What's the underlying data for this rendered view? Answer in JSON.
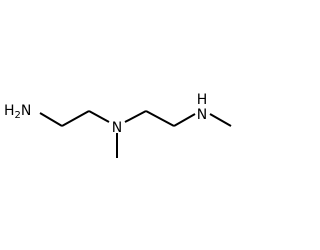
{
  "molecule": {
    "atoms": {
      "primary_amine": {
        "element": "N",
        "hydrogens": "H",
        "subscript": "2"
      },
      "tertiary_amine": {
        "element": "N"
      },
      "secondary_amine": {
        "element": "N",
        "hydrogens": "H"
      }
    },
    "colors": {
      "bond": "#000000",
      "label": "#000000",
      "background": "#ffffff"
    }
  }
}
